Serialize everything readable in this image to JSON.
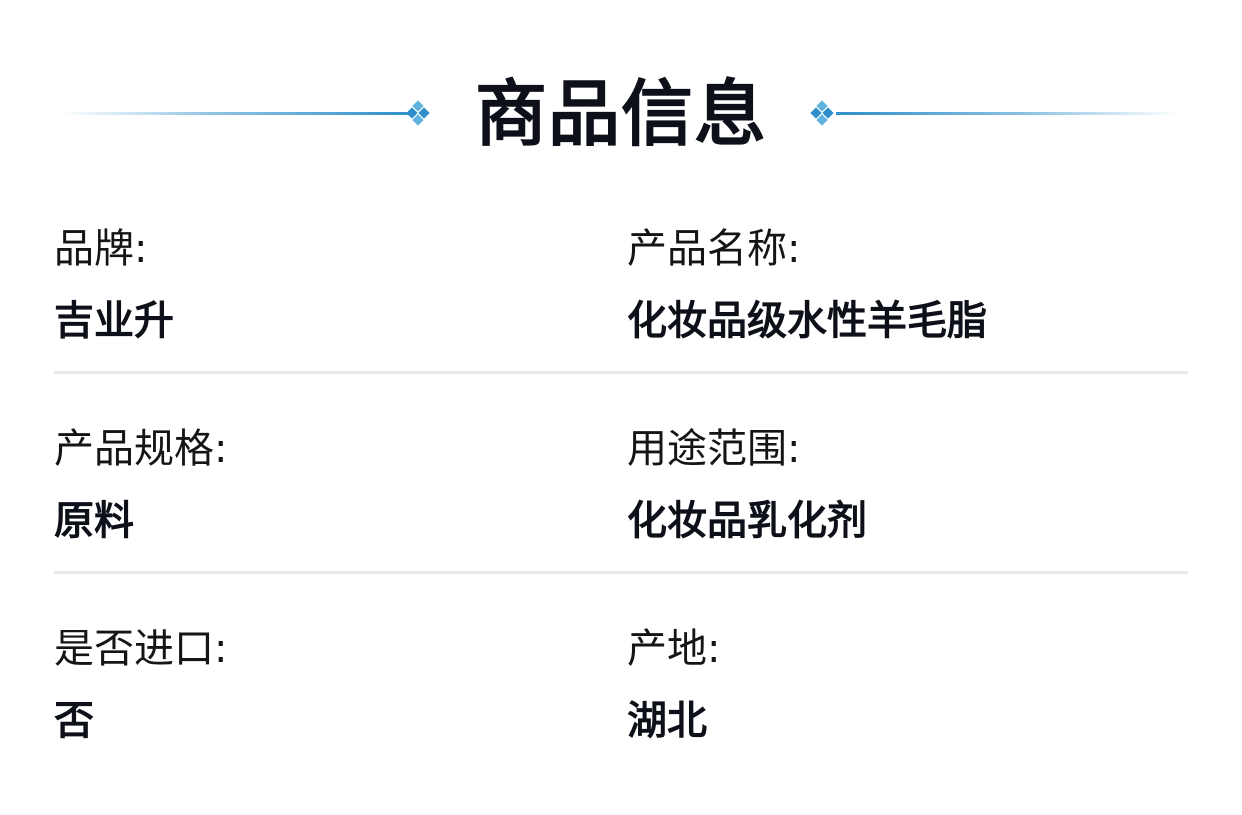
{
  "header": {
    "title": "商品信息",
    "accent_color": "#2f8fca",
    "ornament_icon": "diamond-cluster-icon"
  },
  "info_rows": [
    {
      "left": {
        "label": "品牌:",
        "value": "吉业升"
      },
      "right": {
        "label": "产品名称:",
        "value": "化妆品级水性羊毛脂"
      }
    },
    {
      "left": {
        "label": "产品规格:",
        "value": "原料"
      },
      "right": {
        "label": "用途范围:",
        "value": "化妆品乳化剂"
      }
    },
    {
      "left": {
        "label": "是否进口:",
        "value": "否"
      },
      "right": {
        "label": "产地:",
        "value": "湖北"
      }
    }
  ]
}
